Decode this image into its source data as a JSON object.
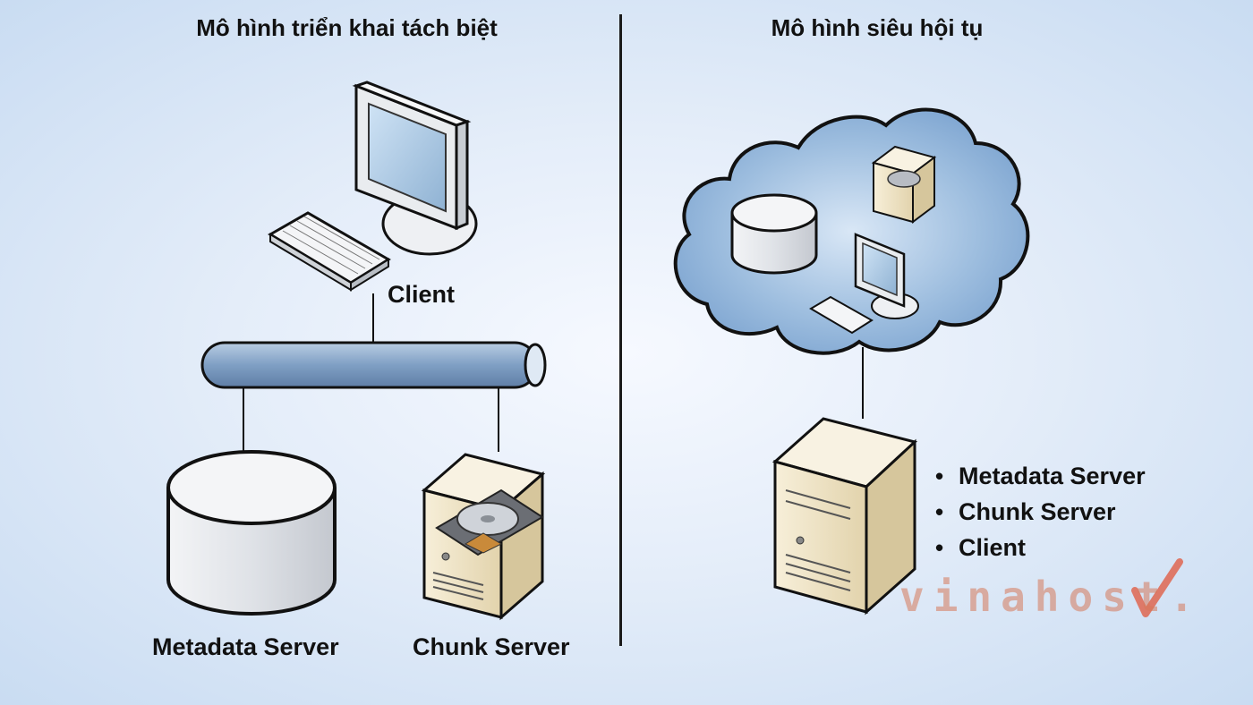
{
  "left_panel": {
    "title": "Mô hình triển khai tách biệt",
    "client_label": "Client",
    "metadata_label": "Metadata Server",
    "chunk_label": "Chunk Server"
  },
  "right_panel": {
    "title": "Mô hình siêu hội tụ",
    "items": [
      "Metadata Server",
      "Chunk Server",
      "Client"
    ],
    "bullet_symbol": "•"
  },
  "watermark": "vinahost.",
  "colors": {
    "cloud_fill": "#8fb3d9",
    "pipe_fill": "#8aa7c8",
    "server_fill": "#efe5c9",
    "disk_fill": "#e4e6ea",
    "line": "#111111",
    "checkmark": "#e0553a"
  }
}
